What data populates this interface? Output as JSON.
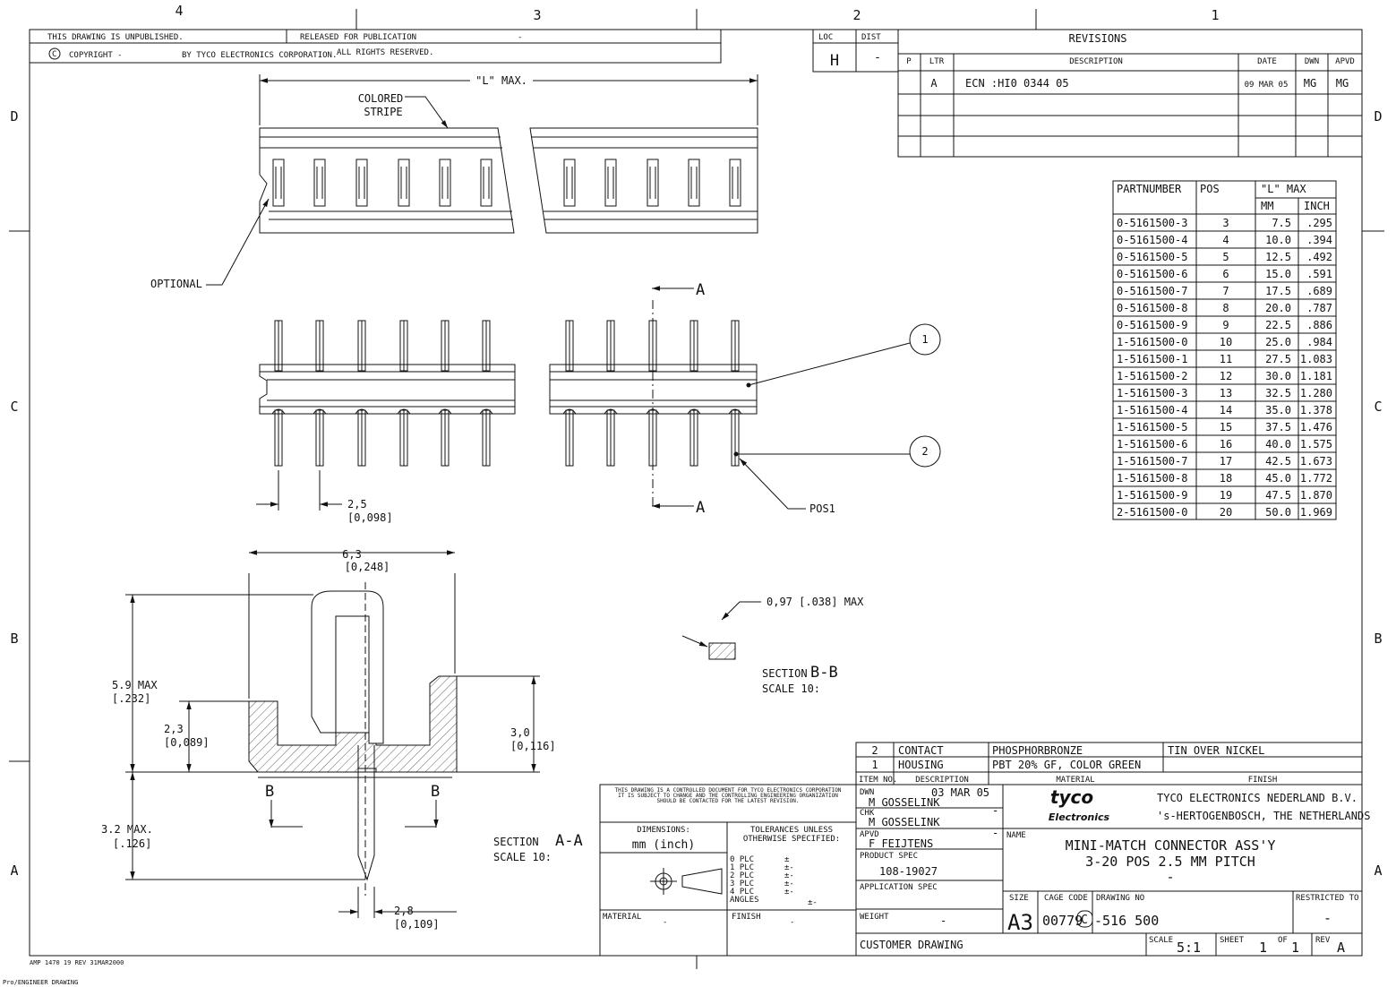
{
  "zones": {
    "cols": [
      "4",
      "3",
      "2",
      "1"
    ],
    "rows": [
      "D",
      "C",
      "B",
      "A"
    ]
  },
  "header": {
    "unpublished": "THIS DRAWING IS UNPUBLISHED.",
    "released": "RELEASED FOR PUBLICATION",
    "released_value": "-",
    "copyright_symbol": "C",
    "copyright": "COPYRIGHT -",
    "by": "BY TYCO ELECTRONICS CORPORATION.",
    "rights": "ALL RIGHTS RESERVED."
  },
  "loc": {
    "label": "LOC",
    "value": "H"
  },
  "dist": {
    "label": "DIST",
    "value": "-"
  },
  "revisions": {
    "title": "REVISIONS",
    "headers": [
      "P",
      "LTR",
      "DESCRIPTION",
      "DATE",
      "DWN",
      "APVD"
    ],
    "rows": [
      {
        "p": "",
        "ltr": "A",
        "description": "ECN :HI0 0344 05",
        "date": "09 MAR 05",
        "dwn": "MG",
        "apvd": "MG"
      }
    ]
  },
  "part_table": {
    "headers": {
      "part": "PARTNUMBER",
      "pos": "POS",
      "l_max": "\"L\" MAX",
      "mm": "MM",
      "inch": "INCH"
    },
    "rows": [
      {
        "part": "0-5161500-3",
        "pos": "3",
        "mm": "7.5",
        "inch": ".295"
      },
      {
        "part": "0-5161500-4",
        "pos": "4",
        "mm": "10.0",
        "inch": ".394"
      },
      {
        "part": "0-5161500-5",
        "pos": "5",
        "mm": "12.5",
        "inch": ".492"
      },
      {
        "part": "0-5161500-6",
        "pos": "6",
        "mm": "15.0",
        "inch": ".591"
      },
      {
        "part": "0-5161500-7",
        "pos": "7",
        "mm": "17.5",
        "inch": ".689"
      },
      {
        "part": "0-5161500-8",
        "pos": "8",
        "mm": "20.0",
        "inch": ".787"
      },
      {
        "part": "0-5161500-9",
        "pos": "9",
        "mm": "22.5",
        "inch": ".886"
      },
      {
        "part": "1-5161500-0",
        "pos": "10",
        "mm": "25.0",
        "inch": ".984"
      },
      {
        "part": "1-5161500-1",
        "pos": "11",
        "mm": "27.5",
        "inch": "1.083"
      },
      {
        "part": "1-5161500-2",
        "pos": "12",
        "mm": "30.0",
        "inch": "1.181"
      },
      {
        "part": "1-5161500-3",
        "pos": "13",
        "mm": "32.5",
        "inch": "1.280"
      },
      {
        "part": "1-5161500-4",
        "pos": "14",
        "mm": "35.0",
        "inch": "1.378"
      },
      {
        "part": "1-5161500-5",
        "pos": "15",
        "mm": "37.5",
        "inch": "1.476"
      },
      {
        "part": "1-5161500-6",
        "pos": "16",
        "mm": "40.0",
        "inch": "1.575"
      },
      {
        "part": "1-5161500-7",
        "pos": "17",
        "mm": "42.5",
        "inch": "1.673"
      },
      {
        "part": "1-5161500-8",
        "pos": "18",
        "mm": "45.0",
        "inch": "1.772"
      },
      {
        "part": "1-5161500-9",
        "pos": "19",
        "mm": "47.5",
        "inch": "1.870"
      },
      {
        "part": "2-5161500-0",
        "pos": "20",
        "mm": "50.0",
        "inch": "1.969"
      }
    ]
  },
  "top_view": {
    "l_max": "\"L\" MAX.",
    "stripe_1": "COLORED",
    "stripe_2": "STRIPE",
    "optional": "OPTIONAL"
  },
  "front_view": {
    "section_mark": "A",
    "pitch_mm": "2,5",
    "pitch_in": "[0,098]",
    "balloon_1": "1",
    "balloon_2": "2",
    "pos1": "POS1"
  },
  "section_aa": {
    "width_mm": "6,3",
    "width_in": "[0,248]",
    "height_mm": "5.9 MAX",
    "height_in": "[.232]",
    "h23_mm": "2,3",
    "h23_in": "[0,089]",
    "h30_mm": "3,0",
    "h30_in": "[0,116]",
    "h32_mm": "3.2  MAX.",
    "h32_in": "[.126]",
    "w28_mm": "2,8",
    "w28_in": "[0,109]",
    "cut_mark": "B",
    "title": "SECTION",
    "title_mark": "A-A",
    "scale": "SCALE  10:"
  },
  "section_bb": {
    "dim": "0,97 [.038] MAX",
    "title": "SECTION",
    "title_mark": "B-B",
    "scale": "SCALE  10:"
  },
  "bom": {
    "rows": [
      {
        "item": "2",
        "description": "CONTACT",
        "material": "PHOSPHORBRONZE",
        "finish": "TIN OVER NICKEL"
      },
      {
        "item": "1",
        "description": "HOUSING",
        "material": "PBT 20% GF, COLOR GREEN",
        "finish": ""
      }
    ],
    "headers": {
      "item": "ITEM NO.",
      "description": "DESCRIPTION",
      "material": "MATERIAL",
      "finish": "FINISH"
    }
  },
  "notice": {
    "line1": "THIS DRAWING IS A CONTROLLED DOCUMENT FOR TYCO ELECTRONICS CORPORATION",
    "line2": "IT IS SUBJECT TO CHANGE AND THE CONTROLLING ENGINEERING ORGANIZATION",
    "line3": "SHOULD BE CONTACTED FOR THE LATEST REVISION."
  },
  "dimensions": {
    "label": "DIMENSIONS:",
    "value": "mm (inch)"
  },
  "tolerances": {
    "label_1": "TOLERANCES UNLESS",
    "label_2": "OTHERWISE SPECIFIED:",
    "lines": [
      "0 PLC",
      "1 PLC",
      "2 PLC",
      "3 PLC",
      "4 PLC",
      "ANGLES"
    ],
    "symbols": [
      "±",
      "±-",
      "±-",
      "±-",
      "±-",
      "±-"
    ]
  },
  "material": {
    "label": "MATERIAL",
    "value": "-"
  },
  "finish": {
    "label": "FINISH",
    "value": "-"
  },
  "title_block": {
    "dwn_label": "DWN",
    "dwn": "M GOSSELINK",
    "dwn_date": "03 MAR 05",
    "chk_label": "CHK",
    "chk": "M GOSSELINK",
    "chk_date": "-",
    "apvd_label": "APVD",
    "apvd": "F FEIJTENS",
    "apvd_date": "-",
    "product_spec_label": "PRODUCT SPEC",
    "product_spec": "108-19027",
    "app_spec_label": "APPLICATION SPEC",
    "weight_label": "WEIGHT",
    "weight": "-",
    "customer": "CUSTOMER DRAWING",
    "logo_1": "tyco",
    "logo_2": "Electronics",
    "company_1": "TYCO ELECTRONICS NEDERLAND B.V.",
    "company_2": "'s-HERTOGENBOSCH, THE NETHERLANDS",
    "name_label": "NAME",
    "name_1": "MINI-MATCH CONNECTOR ASS'Y",
    "name_2": "3-20 POS 2.5 MM PITCH",
    "name_3": "-",
    "size_label": "SIZE",
    "size": "A3",
    "cage_label": "CAGE CODE",
    "cage": "00779",
    "dwg_label": "DRAWING NO",
    "dwg_prefix": "C",
    "dwg": "-516 500",
    "restricted_label": "RESTRICTED TO",
    "restricted": "-",
    "scale_label": "SCALE",
    "scale": "5:1",
    "sheet_label": "SHEET",
    "sheet": "1",
    "of_label": "OF",
    "of": "1",
    "rev_label": "REV",
    "rev": "A"
  },
  "footer": {
    "form": "AMP 1470 19 REV 31MAR2000",
    "tool": "Pro/ENGINEER DRAWING"
  }
}
